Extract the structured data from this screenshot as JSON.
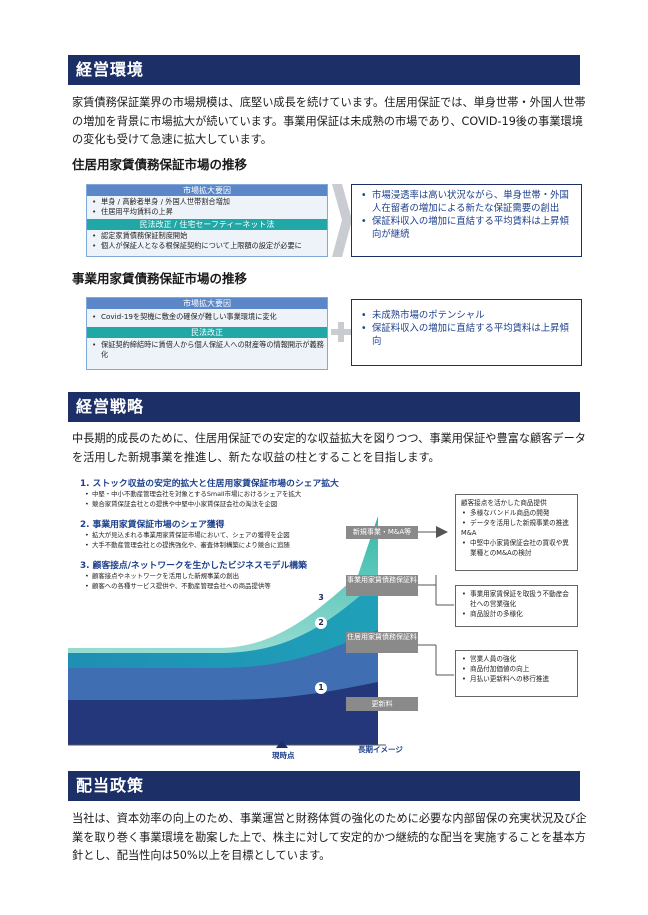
{
  "env": {
    "title": "経営環境",
    "intro": "家賃債務保証業界の市場規模は、底堅い成長を続けています。住居用保証では、単身世帯・外国人世帯の増加を背景に市場拡大が続いています。事業用保証は未成熟の市場であり、COVID-19後の事業環境の変化も受けて急速に拡大しています。",
    "residential": {
      "heading": "住居用家賃債務保証市場の推移",
      "factors_label": "市場拡大要因",
      "factors": [
        "単身 / 高齢者単身 / 外国人世帯割合増加",
        "住居用平均賃料の上昇"
      ],
      "law_label": "民法改正 / 住宅セーフティーネット法",
      "law_items": [
        "認定家賃債務保証制度開始",
        "個人が保証人となる根保証契約について上限額の設定が必要に"
      ],
      "results": [
        "市場浸透率は高い状況ながら、単身世帯・外国人在留者の増加による新たな保証需要の創出",
        "保証料収入の増加に直結する平均賃料は上昇傾向が継続"
      ]
    },
    "business": {
      "heading": "事業用家賃債務保証市場の推移",
      "factors_label": "市場拡大要因",
      "factors": [
        "Covid-19を契機に敷金の確保が難しい事業環境に変化"
      ],
      "law_label": "民法改正",
      "law_items": [
        "保証契約締結時に賃借人から個人保証人への財産等の情報開示が義務化"
      ],
      "results": [
        "未成熟市場のポテンシャル",
        "保証料収入の増加に直結する平均賃料は上昇傾向"
      ]
    }
  },
  "strategy": {
    "title": "経営戦略",
    "intro": "中長期的成長のために、住居用保証での安定的な収益拡大を図りつつ、事業用保証や豊富な顧客データを活用した新規事業を推進し、新たな収益の柱とすることを目指します。",
    "items": [
      {
        "title": "1. ストック収益の安定的拡大と住居用家賃保証市場のシェア拡大",
        "points": [
          "中堅・中小不動産管理会社を対象とするSmall市場におけるシェアを拡大",
          "競合家賃保証会社との提携や中堅中小家賃保証会社の淘汰を企図"
        ]
      },
      {
        "title": "2. 事業用家賃保証市場のシェア獲得",
        "points": [
          "拡大が見込まれる事業用家賃保証市場において、シェアの獲得を企図",
          "大手不動産管理会社との提携強化や、審査体制構築により競合に追随"
        ]
      },
      {
        "title": "3. 顧客接点/ネットワークを生かしたビジネスモデル構築",
        "points": [
          "顧客接点やネットワークを活用した新規事業の創出",
          "顧客への各種サービス提供や、不動産管理会社への商品提供等"
        ]
      }
    ],
    "layers": [
      "新規事業・M&A等",
      "事業用家賃債務保証料",
      "住居用家賃債務保証料",
      "更新料"
    ],
    "circles": [
      "3",
      "2",
      "1"
    ],
    "axis_now": "現時点",
    "axis_long": "長期イメージ",
    "callout_new": {
      "title": "顧客接点を活かした商品提供",
      "items": [
        "多様なバンドル商品の開発",
        "データを活用した新規事業の推進",
        "M&A",
        "中堅中小家賃保証会社の買収や異業種とのM&Aの検討"
      ]
    },
    "callout_biz": {
      "items": [
        "事業用家賃保証を取扱う不動産会社への営業強化",
        "商品設計の多様化"
      ]
    },
    "callout_res": {
      "items": [
        "営業人員の強化",
        "商品付加価値の向上",
        "月払い更新料への移行推進"
      ]
    }
  },
  "dividend": {
    "title": "配当政策",
    "text": "当社は、資本効率の向上のため、事業運営と財務体質の強化のために必要な内部留保の充実状況及び企業を取り巻く事業環境を勘案した上で、株主に対して安定的かつ継続的な配当を実施することを基本方針とし、配当性向は50%以上を目標としています。"
  },
  "colors": {
    "navy": "#1c2f66",
    "teal": "#21a7a6",
    "blue": "#5b87c8"
  }
}
